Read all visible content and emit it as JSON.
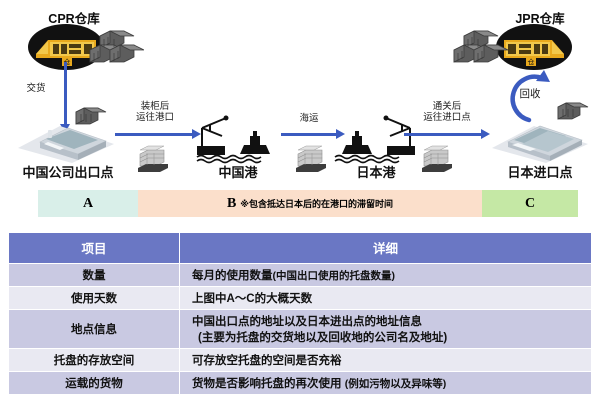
{
  "diagram": {
    "warehouses": [
      {
        "name": "cpr-warehouse",
        "title": "CPR仓库"
      },
      {
        "name": "jpr-warehouse",
        "title": "JPR仓库"
      }
    ],
    "nodes": [
      {
        "name": "china-export-point",
        "label": "中国公司出口点"
      },
      {
        "name": "china-port",
        "label": "中国港"
      },
      {
        "name": "japan-port",
        "label": "日本港"
      },
      {
        "name": "japan-import-point",
        "label": "日本进口点"
      }
    ],
    "arrows": [
      {
        "name": "delivery-arrow",
        "label": "交货"
      },
      {
        "name": "to-port-arrow",
        "label_line1": "装柜后",
        "label_line2": "运往港口"
      },
      {
        "name": "sea-freight-arrow",
        "label": "海运"
      },
      {
        "name": "customs-arrow",
        "label_line1": "通关后",
        "label_line2": "运往进口点"
      },
      {
        "name": "recycle-arrow",
        "label": "回收"
      }
    ],
    "colors": {
      "arrow_blue": "#3b5bc0",
      "segment_a": "#d9efe9",
      "segment_b": "#fbdfcb",
      "segment_c": "#c5e8a5",
      "header_purple": "#6a77c4"
    }
  },
  "abc_bar": {
    "segments": [
      {
        "name": "segment-a",
        "letter": "A",
        "note": ""
      },
      {
        "name": "segment-b",
        "letter": "B",
        "note": "※包含抵达日本后的在港口的滞留时间"
      },
      {
        "name": "segment-c",
        "letter": "C",
        "note": ""
      }
    ]
  },
  "table": {
    "headers": [
      "项目",
      "详细"
    ],
    "rows": [
      {
        "item": "数量",
        "detail_main": "每月的使用数量",
        "detail_sub": "(中国出口使用的托盘数量)",
        "detail_line2": ""
      },
      {
        "item": "使用天数",
        "detail_main": "上图中A～C的大概天数",
        "detail_sub": "",
        "detail_line2": ""
      },
      {
        "item": "地点信息",
        "detail_main": "中国出口点的地址以及日本进出点的地址信息",
        "detail_sub": "",
        "detail_line2": "(主要为托盘的交货地以及回收地的公司名及地址)"
      },
      {
        "item": "托盘的存放空间",
        "detail_main": "可存放空托盘的空间是否充裕",
        "detail_sub": "",
        "detail_line2": ""
      },
      {
        "item": "运载的货物",
        "detail_main": "货物是否影响托盘的再次使用",
        "detail_sub": "(例如污物以及异味等)",
        "detail_line2": ""
      }
    ]
  }
}
